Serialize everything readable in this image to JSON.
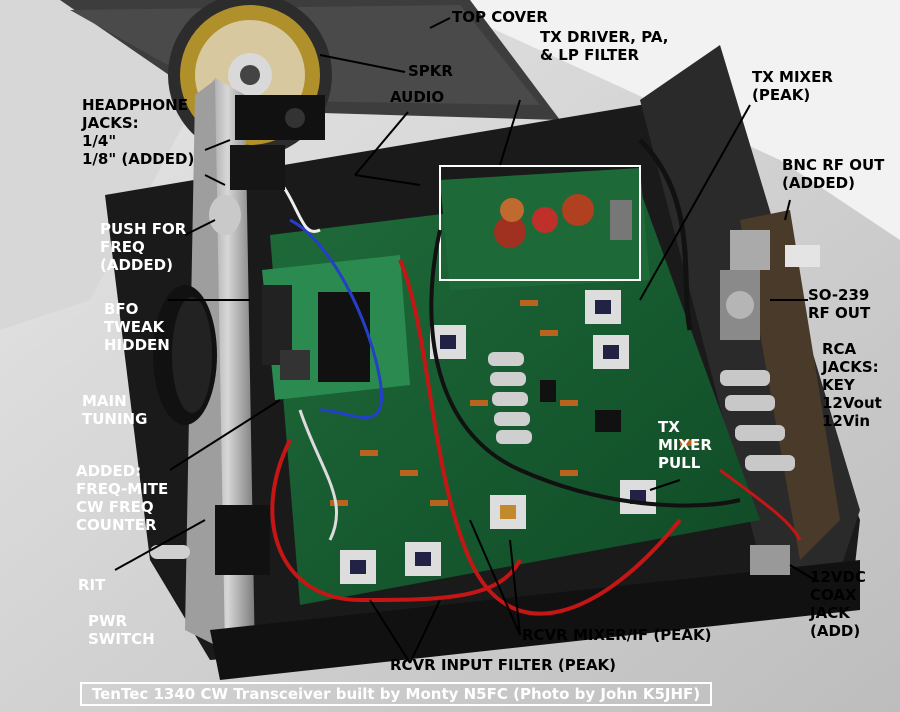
{
  "photo": {
    "subject": "tentec-1340-transceiver-interior"
  },
  "labels": {
    "top_cover": "TOP COVER",
    "tx_driver": [
      "TX DRIVER, PA,",
      "& LP FILTER"
    ],
    "spkr": "SPKR",
    "audio": "AUDIO",
    "headphone": [
      "HEADPHONE",
      "JACKS:",
      "1/4\"",
      "1/8\" (ADDED)"
    ],
    "tx_mixer_peak": [
      "TX MIXER",
      "(PEAK)"
    ],
    "bnc": [
      "BNC RF OUT",
      "(ADDED)"
    ],
    "push_freq": [
      "PUSH FOR",
      "FREQ",
      "(ADDED)"
    ],
    "so239": [
      "SO-239",
      "RF OUT"
    ],
    "bfo": [
      "BFO",
      "TWEAK",
      "HIDDEN"
    ],
    "rca": [
      "RCA",
      "JACKS:",
      "KEY",
      "12Vout",
      "12Vin"
    ],
    "main_tuning": [
      "MAIN",
      "TUNING"
    ],
    "added": [
      "ADDED:",
      "FREQ-MITE",
      "CW FREQ",
      "COUNTER"
    ],
    "tx_mixer_pull": [
      "TX",
      "MIXER",
      "PULL"
    ],
    "coax": [
      "12VDC",
      "COAX",
      "JACK",
      "(ADD)"
    ],
    "rit": "RIT",
    "pwr": [
      "PWR",
      "SWITCH"
    ],
    "rcvr_mixer": "RCVR MIXER/IF (PEAK)",
    "rcvr_input": "RCVR INPUT FILTER (PEAK)"
  },
  "caption": "TenTec 1340 CW Transceiver built by Monty N5FC (Photo by John K5JHF)"
}
